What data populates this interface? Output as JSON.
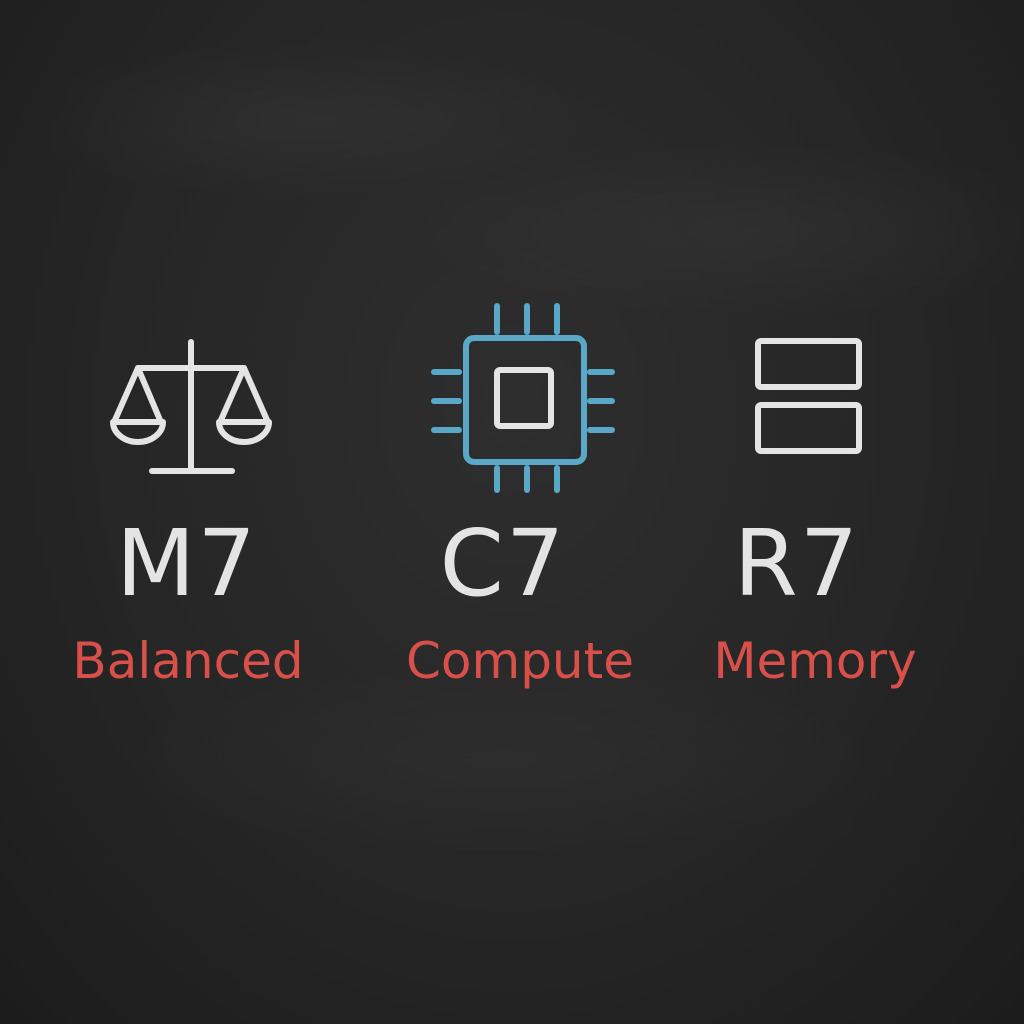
{
  "colors": {
    "chalk_white": "#e4e4e4",
    "chalk_blue": "#5aa8c8",
    "chalk_red": "#d9504a",
    "board": "#262626"
  },
  "items": [
    {
      "icon": "balance-scale-icon",
      "code": "M7",
      "label": "Balanced"
    },
    {
      "icon": "cpu-chip-icon",
      "code": "C7",
      "label": "Compute"
    },
    {
      "icon": "memory-modules-icon",
      "code": "R7",
      "label": "Memory"
    }
  ]
}
